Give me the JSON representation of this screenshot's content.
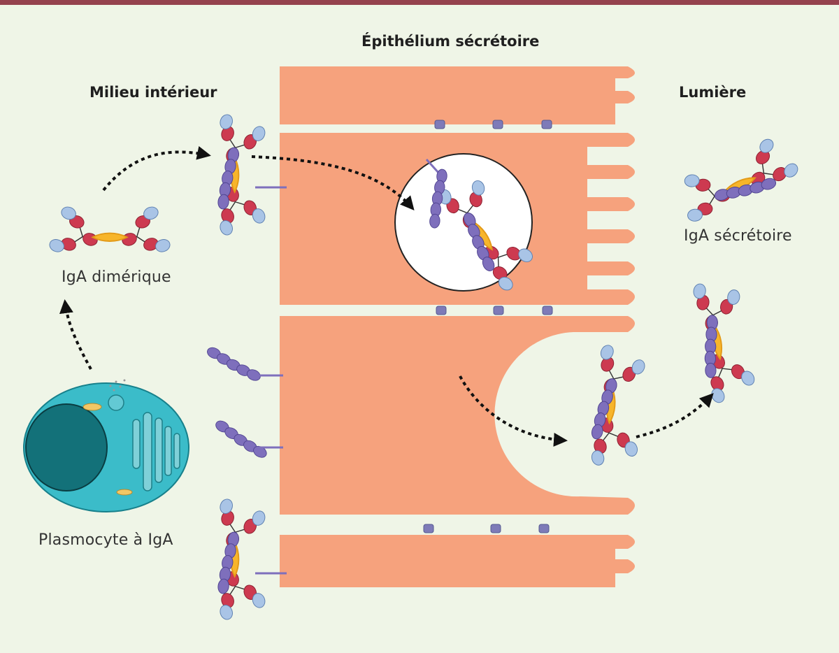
{
  "labels": {
    "epithelium": "Épithélium sécrétoire",
    "interior": "Milieu intérieur",
    "lumen": "Lumière",
    "dimeric": "IgA dimérique",
    "secretory": "IgA sécrétoire",
    "plasmocyte": "Plasmocyte à IgA"
  },
  "colors": {
    "background": "#eff5e7",
    "top_bar": "#95424e",
    "epithelium": "#f6a27d",
    "plasmocyte_cell": "#3bbcc9",
    "nucleus": "#137179",
    "heavy_chain": "#cd3a50",
    "light_chain": "#a9c4e6",
    "secretory_component": "#7e6fbc",
    "j_chain": "#f7b52b"
  }
}
